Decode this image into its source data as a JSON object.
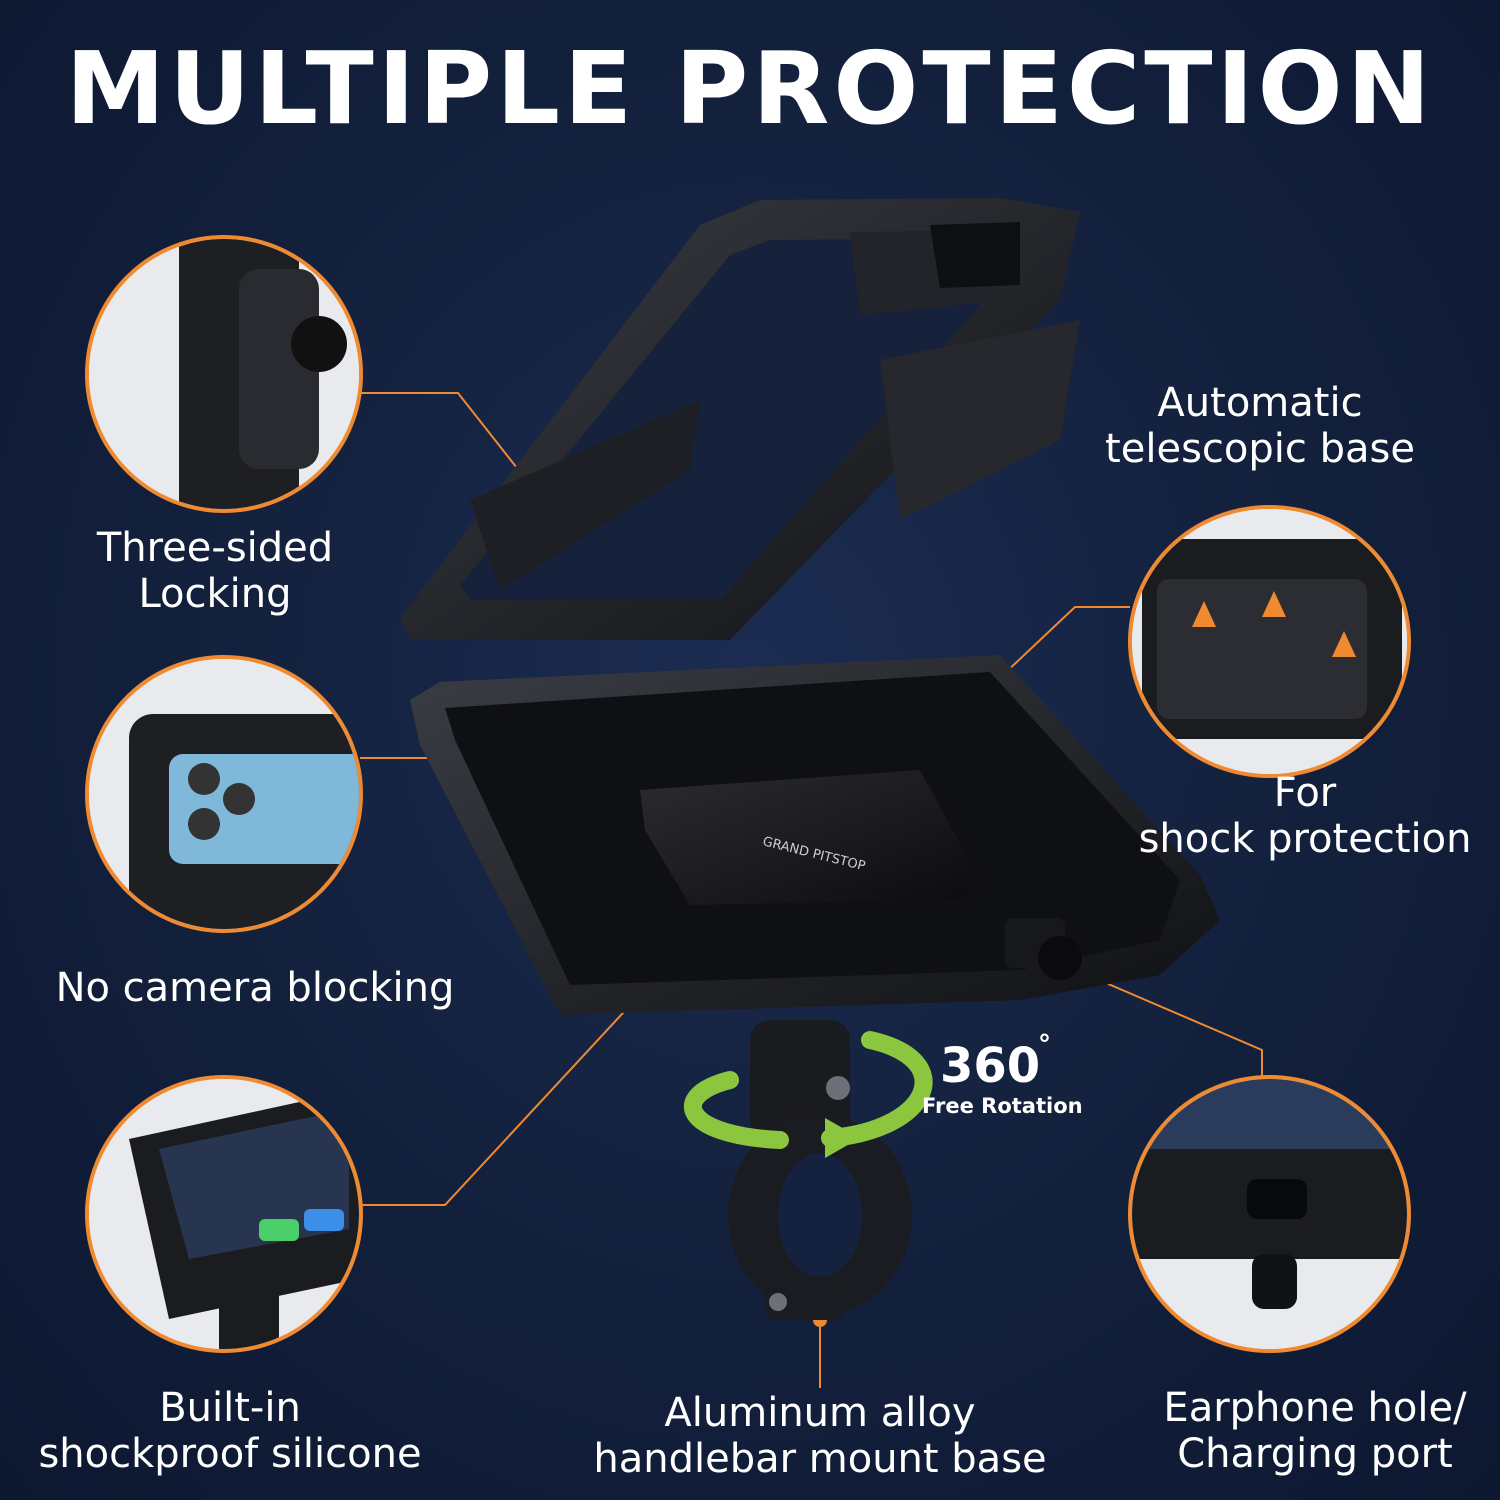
{
  "title": "MULTIPLE  PROTECTION",
  "features": {
    "three_sided": [
      "Three-sided",
      "Locking"
    ],
    "camera": "No camera blocking",
    "silicone": [
      "Built-in",
      "shockproof silicone"
    ],
    "telescopic": [
      "Automatic",
      "telescopic base"
    ],
    "shock": [
      "For",
      "shock protection"
    ],
    "aluminum": [
      "Aluminum alloy",
      "handlebar mount base"
    ],
    "earphone": [
      "Earphone hole/",
      "Charging port"
    ]
  },
  "rotation": {
    "number": "360",
    "degree": "°",
    "label": "Free Rotation"
  },
  "brand_mark": "GRAND PITSTOP",
  "colors": {
    "background": "#14223f",
    "accent": "#f08a30",
    "rotation_arrow": "#8cc63f",
    "text": "#ffffff"
  }
}
